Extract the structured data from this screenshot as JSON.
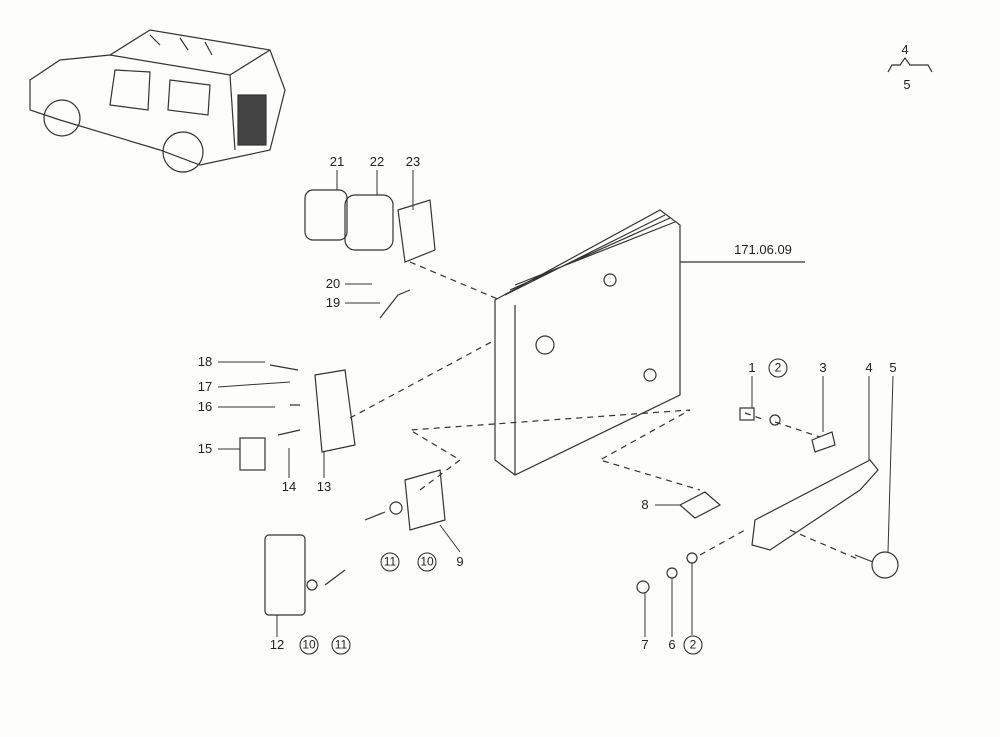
{
  "legend": {
    "top": "4",
    "bottom": "5"
  },
  "reference": "171.06.09",
  "callouts": {
    "p21": "21",
    "p22": "22",
    "p23": "23",
    "p20": "20",
    "p19": "19",
    "p18": "18",
    "p17": "17",
    "p16": "16",
    "p15": "15",
    "p14": "14",
    "p13": "13",
    "p1": "1",
    "p2a": "2",
    "p3": "3",
    "p4": "4",
    "p5": "5",
    "p8": "8",
    "p11a": "11",
    "p10a": "10",
    "p9": "9",
    "p12": "12",
    "p10b": "10",
    "p11b": "11",
    "p7": "7",
    "p6": "6",
    "p2b": "2"
  }
}
